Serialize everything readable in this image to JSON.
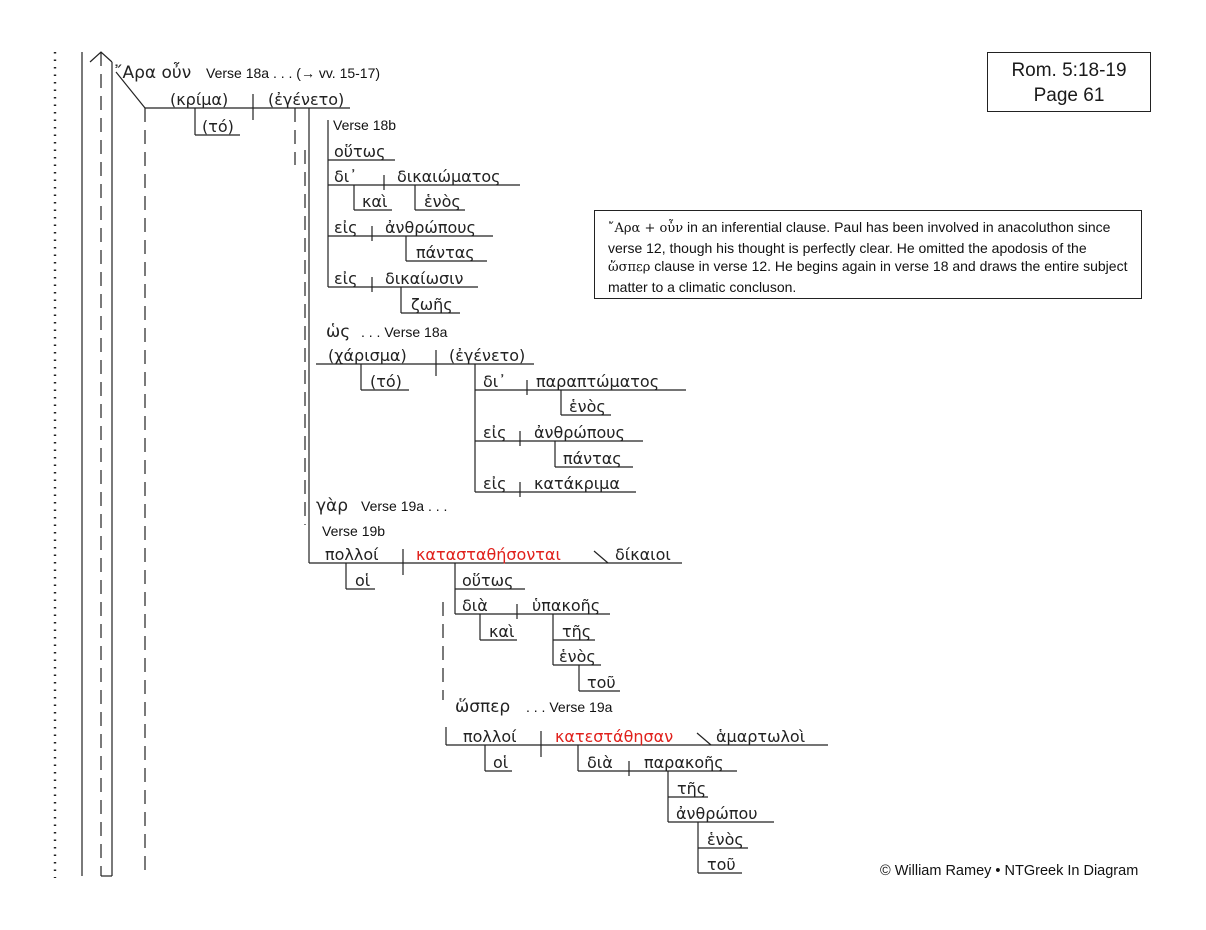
{
  "reference": {
    "line1": "Rom. 5:18-19",
    "line2": "Page 61"
  },
  "note": {
    "lead": "῎Αρα + οὖν",
    "text": " in an inferential clause. Paul has been involved in anacoluthon since verse 12, though his thought is perfectly clear. He omitted the apodosis of the ",
    "gk2": "ὥσπερ",
    "text2": " clause in verse 12. He begins again in verse 18 and draws the entire subject matter to a climatic concluson."
  },
  "copyright": "© William Ramey • NTGreek In Diagram",
  "colors": {
    "ink": "#222222",
    "verb_red": "#e0201b"
  },
  "diagram": {
    "header_word": "῎Αρα οὖν",
    "header_ref": "Verse 18a . . . (→ vv. 15-17)",
    "krima": "(κρίμα)",
    "egeneto_1": "(ἐγένετο)",
    "to_1": "(τό)",
    "v18b_label": "Verse 18b",
    "houtos_1": "οὕτως",
    "di_1": "δι᾽",
    "dikaiomatos": "δικαιώματος",
    "kai_1": "καὶ",
    "enos_1": "ἑνὸς",
    "eis_1": "εἰς",
    "anthropous_1": "ἀνθρώπους",
    "pantas_1": "πάντας",
    "eis_2": "εἰς",
    "dikaiosin": "δικαίωσιν",
    "zoes": "ζωῆς",
    "hos": "ὡς",
    "hos_ref": ". . . Verse 18a",
    "charisma": "(χάρισμα)",
    "egeneto_2": "(ἐγένετο)",
    "to_2": "(τό)",
    "di_2": "δι᾽",
    "paraptomatos": "παραπτώματος",
    "enos_2": "ἑνὸς",
    "eis_3": "εἰς",
    "anthropous_2": "ἀνθρώπους",
    "pantas_2": "πάντας",
    "eis_4": "εἰς",
    "katakrima": "κατάκριμα",
    "gar": "γὰρ",
    "gar_ref": "Verse 19a . . .",
    "v19b_label": "Verse 19b",
    "polloi_1": "πολλοί",
    "katastathesontai": "κατασταθήσονται",
    "dikaioi": "δίκαιοι",
    "hoi_1": "οἱ",
    "houtos_2": "οὕτως",
    "dia_1": "διὰ",
    "hypakoes": "ὑπακοῆς",
    "kai_2": "καὶ",
    "tes_1": "τῆς",
    "enos_3": "ἑνὸς",
    "tou_1": "τοῦ",
    "hosper": "ὥσπερ",
    "hosper_ref": ". . . Verse 19a",
    "polloi_2": "πολλοί",
    "katestathesan": "κατεστάθησαν",
    "hamartoloi": "ἁμαρτωλοὶ",
    "hoi_2": "οἱ",
    "dia_2": "διὰ",
    "parakoes": "παρακοῆς",
    "tes_2": "τῆς",
    "anthropou": "ἀνθρώπου",
    "enos_4": "ἑνὸς",
    "tou_2": "τοῦ"
  }
}
